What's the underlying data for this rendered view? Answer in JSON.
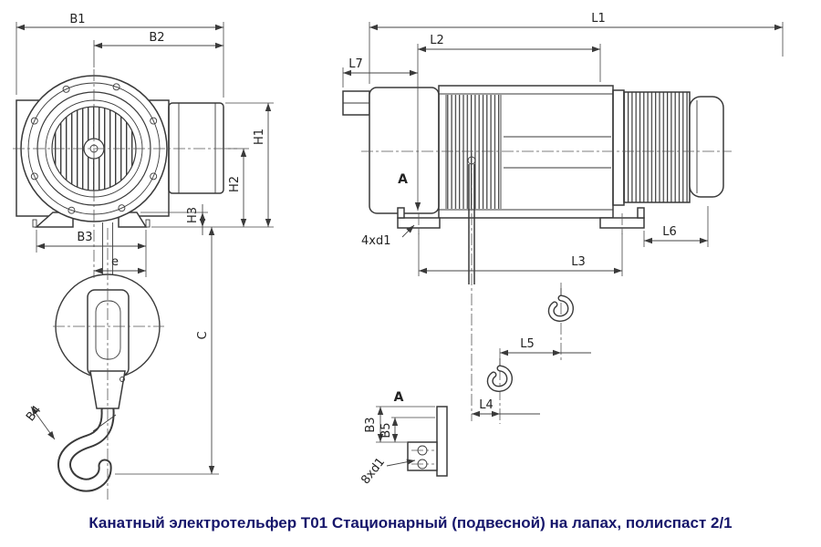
{
  "colors": {
    "background": "#ffffff",
    "line": "#3a3a3a",
    "dimension_line": "#454545",
    "caption": "#16166b"
  },
  "caption": "Канатный электротельфер Т01 Стационарный (подвесной) на лапах, полиспаст 2/1",
  "front_view": {
    "title": "front-view-of-hoist-with-hook",
    "dims": {
      "b1": "B1",
      "b2": "B2",
      "b3": "B3",
      "b4": "B4",
      "h1": "H1",
      "h2": "H2",
      "h3": "H3",
      "c": "C",
      "e": "e"
    }
  },
  "side_view": {
    "title": "side-view-of-hoist",
    "dims": {
      "l1": "L1",
      "l2": "L2",
      "l3": "L3",
      "l4": "L4",
      "l5": "L5",
      "l6": "L6",
      "l7": "L7"
    },
    "bolt_holes": "4xd1",
    "view_arrow": "A"
  },
  "detail_view": {
    "label": "A",
    "dims": {
      "b3": "B3",
      "b5": "B5"
    },
    "bolt_holes": "8xd1"
  }
}
